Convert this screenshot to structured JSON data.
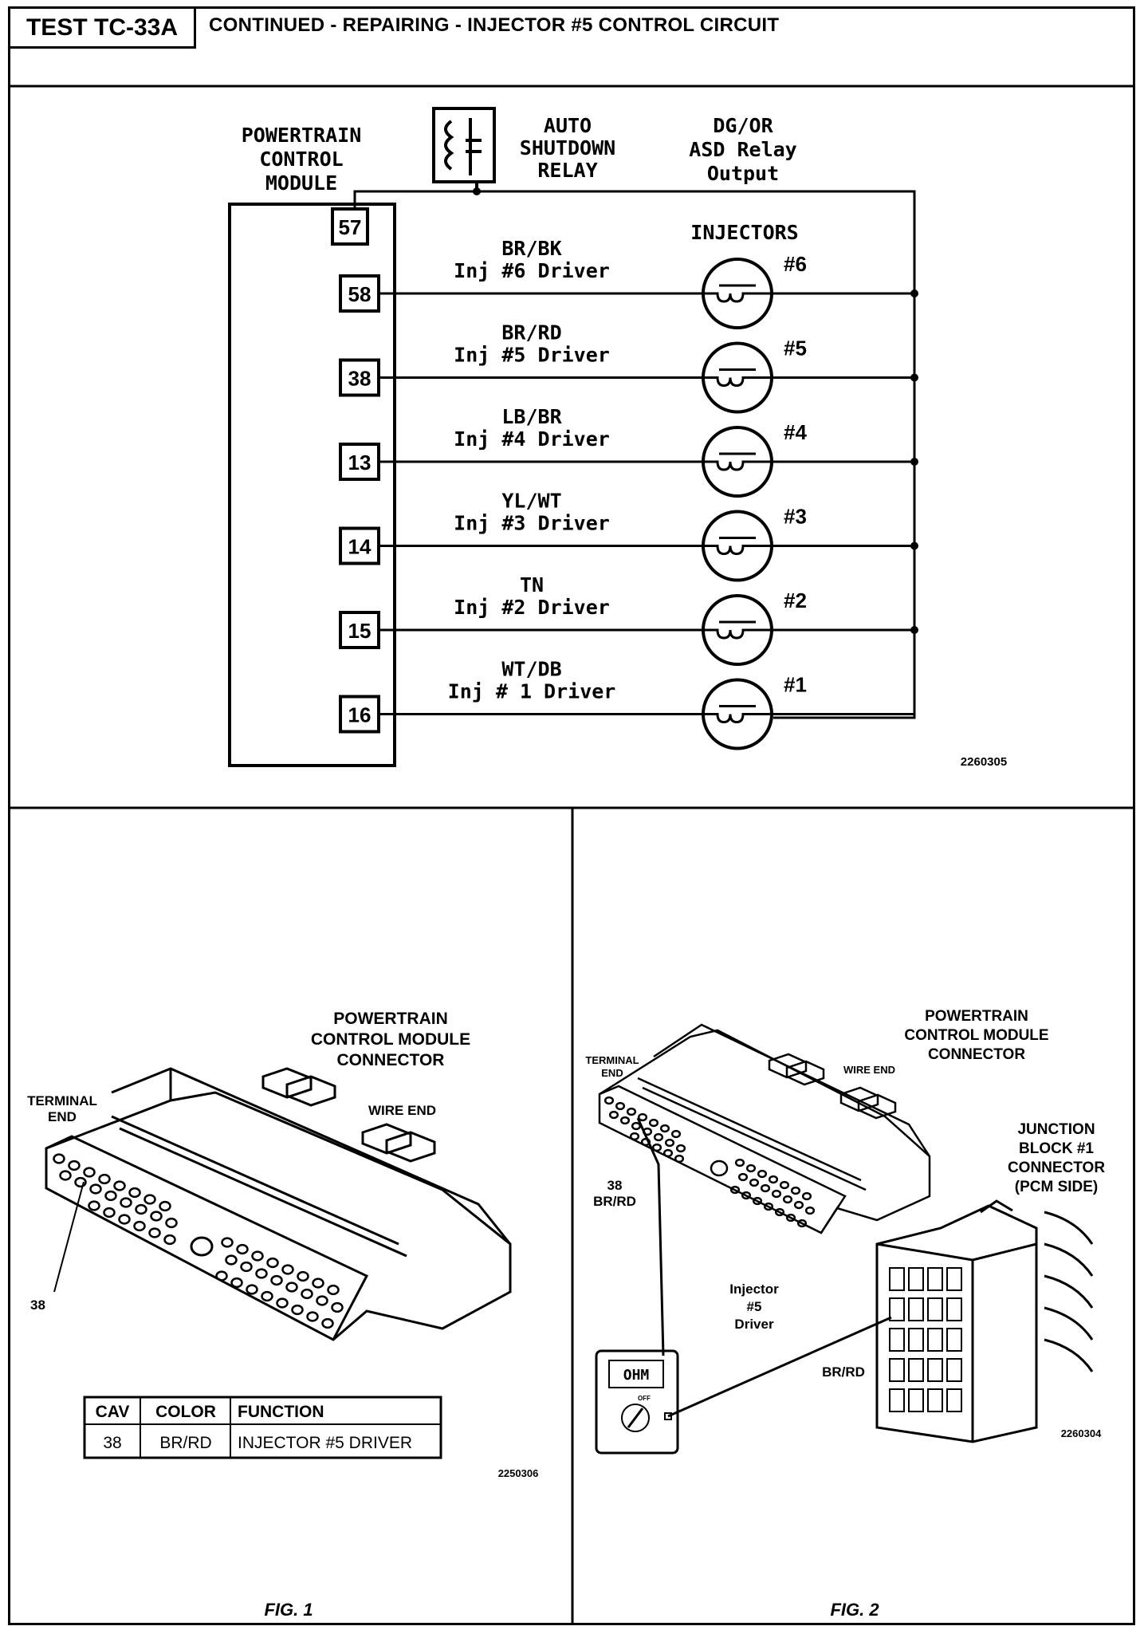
{
  "header": {
    "test_id": "TEST TC-33A",
    "title": "CONTINUED - REPAIRING - INJECTOR #5 CONTROL CIRCUIT"
  },
  "schematic": {
    "pcm_label": [
      "POWERTRAIN",
      "CONTROL",
      "MODULE"
    ],
    "relay_label": [
      "AUTO",
      "SHUTDOWN",
      "RELAY"
    ],
    "asd_label": [
      "DG/OR",
      "ASD Relay",
      "Output"
    ],
    "asd_pin": "57",
    "injectors_label": "INJECTORS",
    "circuits": [
      {
        "pin": "58",
        "color": "BR/BK",
        "function": "Inj #6 Driver",
        "injector": "#6"
      },
      {
        "pin": "38",
        "color": "BR/RD",
        "function": "Inj #5 Driver",
        "injector": "#5"
      },
      {
        "pin": "13",
        "color": "LB/BR",
        "function": "Inj #4 Driver",
        "injector": "#4"
      },
      {
        "pin": "14",
        "color": "YL/WT",
        "function": "Inj #3 Driver",
        "injector": "#3"
      },
      {
        "pin": "15",
        "color": "TN",
        "function": "Inj #2 Driver",
        "injector": "#2"
      },
      {
        "pin": "16",
        "color": "WT/DB",
        "function": "Inj # 1 Driver",
        "injector": "#1"
      }
    ],
    "figure_id": "2260305"
  },
  "fig1": {
    "connector_label": [
      "POWERTRAIN",
      "CONTROL MODULE",
      "CONNECTOR"
    ],
    "terminal_end": [
      "TERMINAL",
      "END"
    ],
    "wire_end": "WIRE END",
    "cavity_callout": "38",
    "table": {
      "headers": [
        "CAV",
        "COLOR",
        "FUNCTION"
      ],
      "rows": [
        [
          "38",
          "BR/RD",
          "INJECTOR #5 DRIVER"
        ]
      ]
    },
    "figure_id": "2250306",
    "caption": "FIG. 1"
  },
  "fig2": {
    "connector_label": [
      "POWERTRAIN",
      "CONTROL MODULE",
      "CONNECTOR"
    ],
    "terminal_end": [
      "TERMINAL",
      "END"
    ],
    "wire_end": "WIRE END",
    "cavity_callout": [
      "38",
      "BR/RD"
    ],
    "probe_label": [
      "Injector",
      "#5",
      "Driver"
    ],
    "junction_label": [
      "JUNCTION",
      "BLOCK #1",
      "CONNECTOR",
      "(PCM SIDE)"
    ],
    "wire_label": "BR/RD",
    "meter_display": "OHM",
    "meter_knob": "OFF",
    "figure_id": "2260304",
    "caption": "FIG. 2"
  }
}
